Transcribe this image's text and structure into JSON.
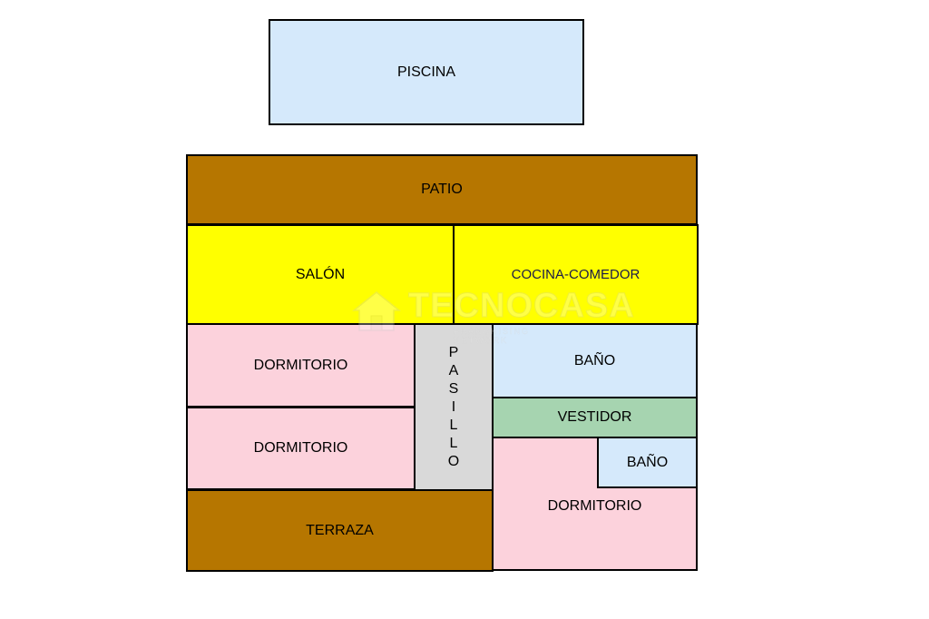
{
  "floor_plan": {
    "rooms": [
      {
        "id": "piscina",
        "label": "PISCINA",
        "color": "#d5e9fb"
      },
      {
        "id": "patio",
        "label": "PATIO",
        "color": "#b67600"
      },
      {
        "id": "salon",
        "label": "SALÓN",
        "color": "#ffff00"
      },
      {
        "id": "cocina",
        "label": "COCINA-COMEDOR",
        "color": "#ffff00"
      },
      {
        "id": "dorm1",
        "label": "DORMITORIO",
        "color": "#fcd2dc"
      },
      {
        "id": "dorm2",
        "label": "DORMITORIO",
        "color": "#fcd2dc"
      },
      {
        "id": "pasillo",
        "label": "PASILLO",
        "letters": [
          "P",
          "A",
          "S",
          "I",
          "L",
          "L",
          "O"
        ],
        "color": "#d9d9d9"
      },
      {
        "id": "bano1",
        "label": "BAÑO",
        "color": "#d5e9fb"
      },
      {
        "id": "vestidor",
        "label": "VESTIDOR",
        "color": "#a6d4b0"
      },
      {
        "id": "dorm3",
        "label": "DORMITORIO",
        "color": "#fcd2dc"
      },
      {
        "id": "bano2",
        "label": "BAÑO",
        "color": "#d5e9fb"
      },
      {
        "id": "terraza",
        "label": "TERRAZA",
        "color": "#b67600"
      }
    ]
  },
  "watermark": {
    "brand": "TECNOCASA",
    "tagline": "FRANCHISING NETWORK",
    "icon": "house-logo-icon"
  }
}
